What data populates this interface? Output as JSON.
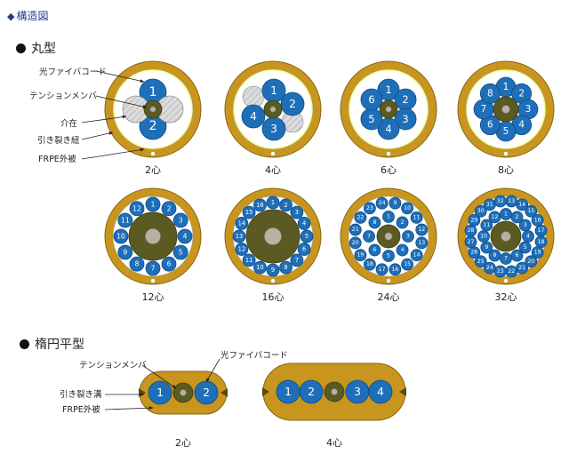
{
  "header": {
    "title": "構造図",
    "marker": "◆"
  },
  "round": {
    "title": "丸型",
    "labels": {
      "fiber_cord": "光ファイバコード",
      "tension_member": "テンションメンバ",
      "filler": "介在",
      "rip_cord": "引き裂き紐",
      "sheath": "FRPE外被"
    },
    "cables": [
      {
        "caption": "2心",
        "cores": 2
      },
      {
        "caption": "4心",
        "cores": 4
      },
      {
        "caption": "6心",
        "cores": 6
      },
      {
        "caption": "8心",
        "cores": 8
      },
      {
        "caption": "12心",
        "cores": 12
      },
      {
        "caption": "16心",
        "cores": 16
      },
      {
        "caption": "24心",
        "cores": 24
      },
      {
        "caption": "32心",
        "cores": 32
      }
    ]
  },
  "flat": {
    "title": "楕円平型",
    "labels": {
      "tension_member": "テンションメンバ",
      "fiber_cord": "光ファイバコード",
      "rip_groove": "引き裂き溝",
      "sheath": "FRPE外被"
    },
    "cables": [
      {
        "caption": "2心",
        "numbers": [
          "1",
          "2"
        ]
      },
      {
        "caption": "4心",
        "numbers": [
          "1",
          "2",
          "3",
          "4"
        ]
      }
    ]
  },
  "colors": {
    "sheath": "#c8961e",
    "sheath_edge": "#8a6410",
    "fiber": "#1e6fb8",
    "fiber_edge": "#0d4a86",
    "fiber_text": "#ffffff",
    "core": "#5a5a22",
    "core_center": "#b8b0a0",
    "filler": "#d8d8d8",
    "yellow_tape": "#ffff99",
    "header": "#2a3a8c"
  }
}
